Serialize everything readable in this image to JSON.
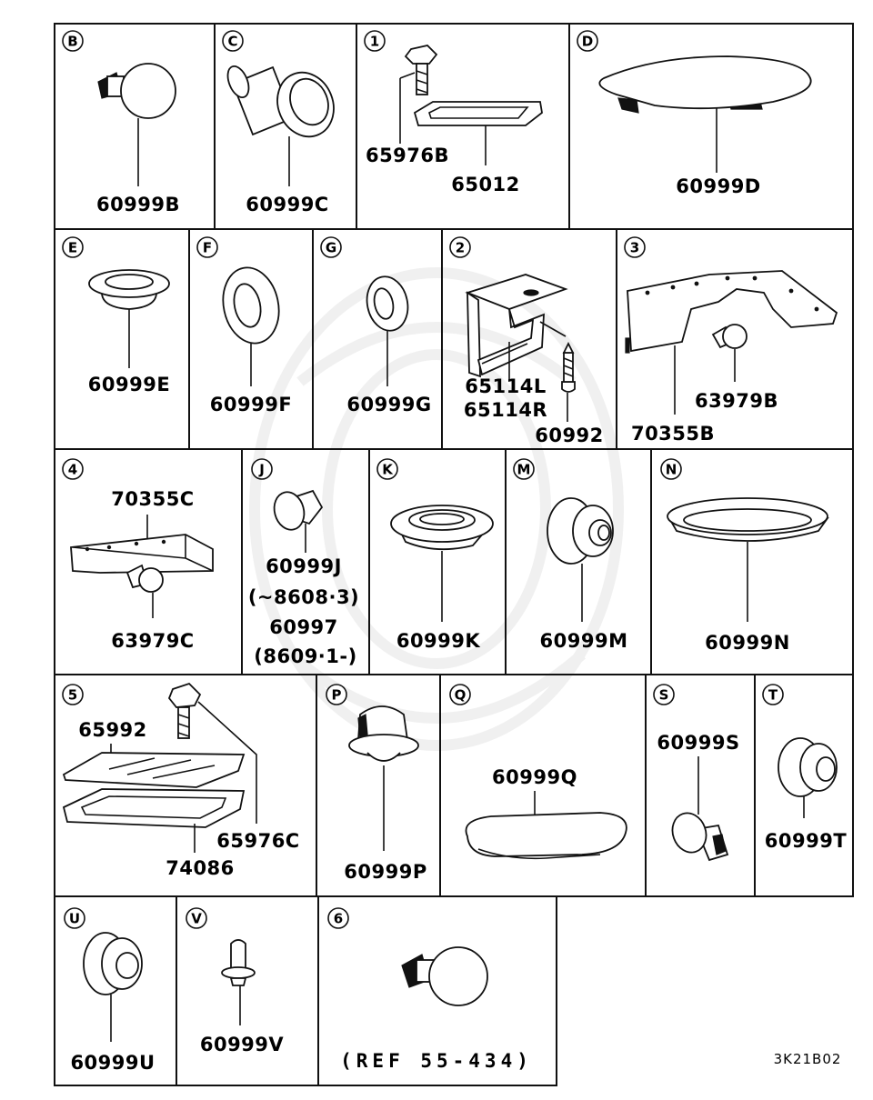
{
  "diagram_code": "3K21B02",
  "cells": [
    {
      "badge": "B",
      "labels": [
        "60999B"
      ]
    },
    {
      "badge": "C",
      "labels": [
        "60999C"
      ]
    },
    {
      "badge": "1",
      "labels": [
        "65976B",
        "65012"
      ]
    },
    {
      "badge": "D",
      "labels": [
        "60999D"
      ]
    },
    {
      "badge": "E",
      "labels": [
        "60999E"
      ]
    },
    {
      "badge": "F",
      "labels": [
        "60999F"
      ]
    },
    {
      "badge": "G",
      "labels": [
        "60999G"
      ]
    },
    {
      "badge": "2",
      "labels": [
        "65114L",
        "65114R",
        "60992"
      ]
    },
    {
      "badge": "3",
      "labels": [
        "70355B",
        "63979B"
      ]
    },
    {
      "badge": "4",
      "labels": [
        "70355C",
        "63979C"
      ]
    },
    {
      "badge": "J",
      "labels": [
        "60999J",
        "(~8608·3)",
        "60997",
        "(8609·1-)"
      ]
    },
    {
      "badge": "K",
      "labels": [
        "60999K"
      ]
    },
    {
      "badge": "M",
      "labels": [
        "60999M"
      ]
    },
    {
      "badge": "N",
      "labels": [
        "60999N"
      ]
    },
    {
      "badge": "5",
      "labels": [
        "65992",
        "65976C",
        "74086"
      ]
    },
    {
      "badge": "P",
      "labels": [
        "60999P"
      ]
    },
    {
      "badge": "Q",
      "labels": [
        "60999Q"
      ]
    },
    {
      "badge": "S",
      "labels": [
        "60999S"
      ]
    },
    {
      "badge": "T",
      "labels": [
        "60999T"
      ]
    },
    {
      "badge": "U",
      "labels": [
        "60999U"
      ]
    },
    {
      "badge": "V",
      "labels": [
        "60999V"
      ]
    },
    {
      "badge": "6",
      "labels": [
        "(REF 55-434)"
      ]
    }
  ]
}
